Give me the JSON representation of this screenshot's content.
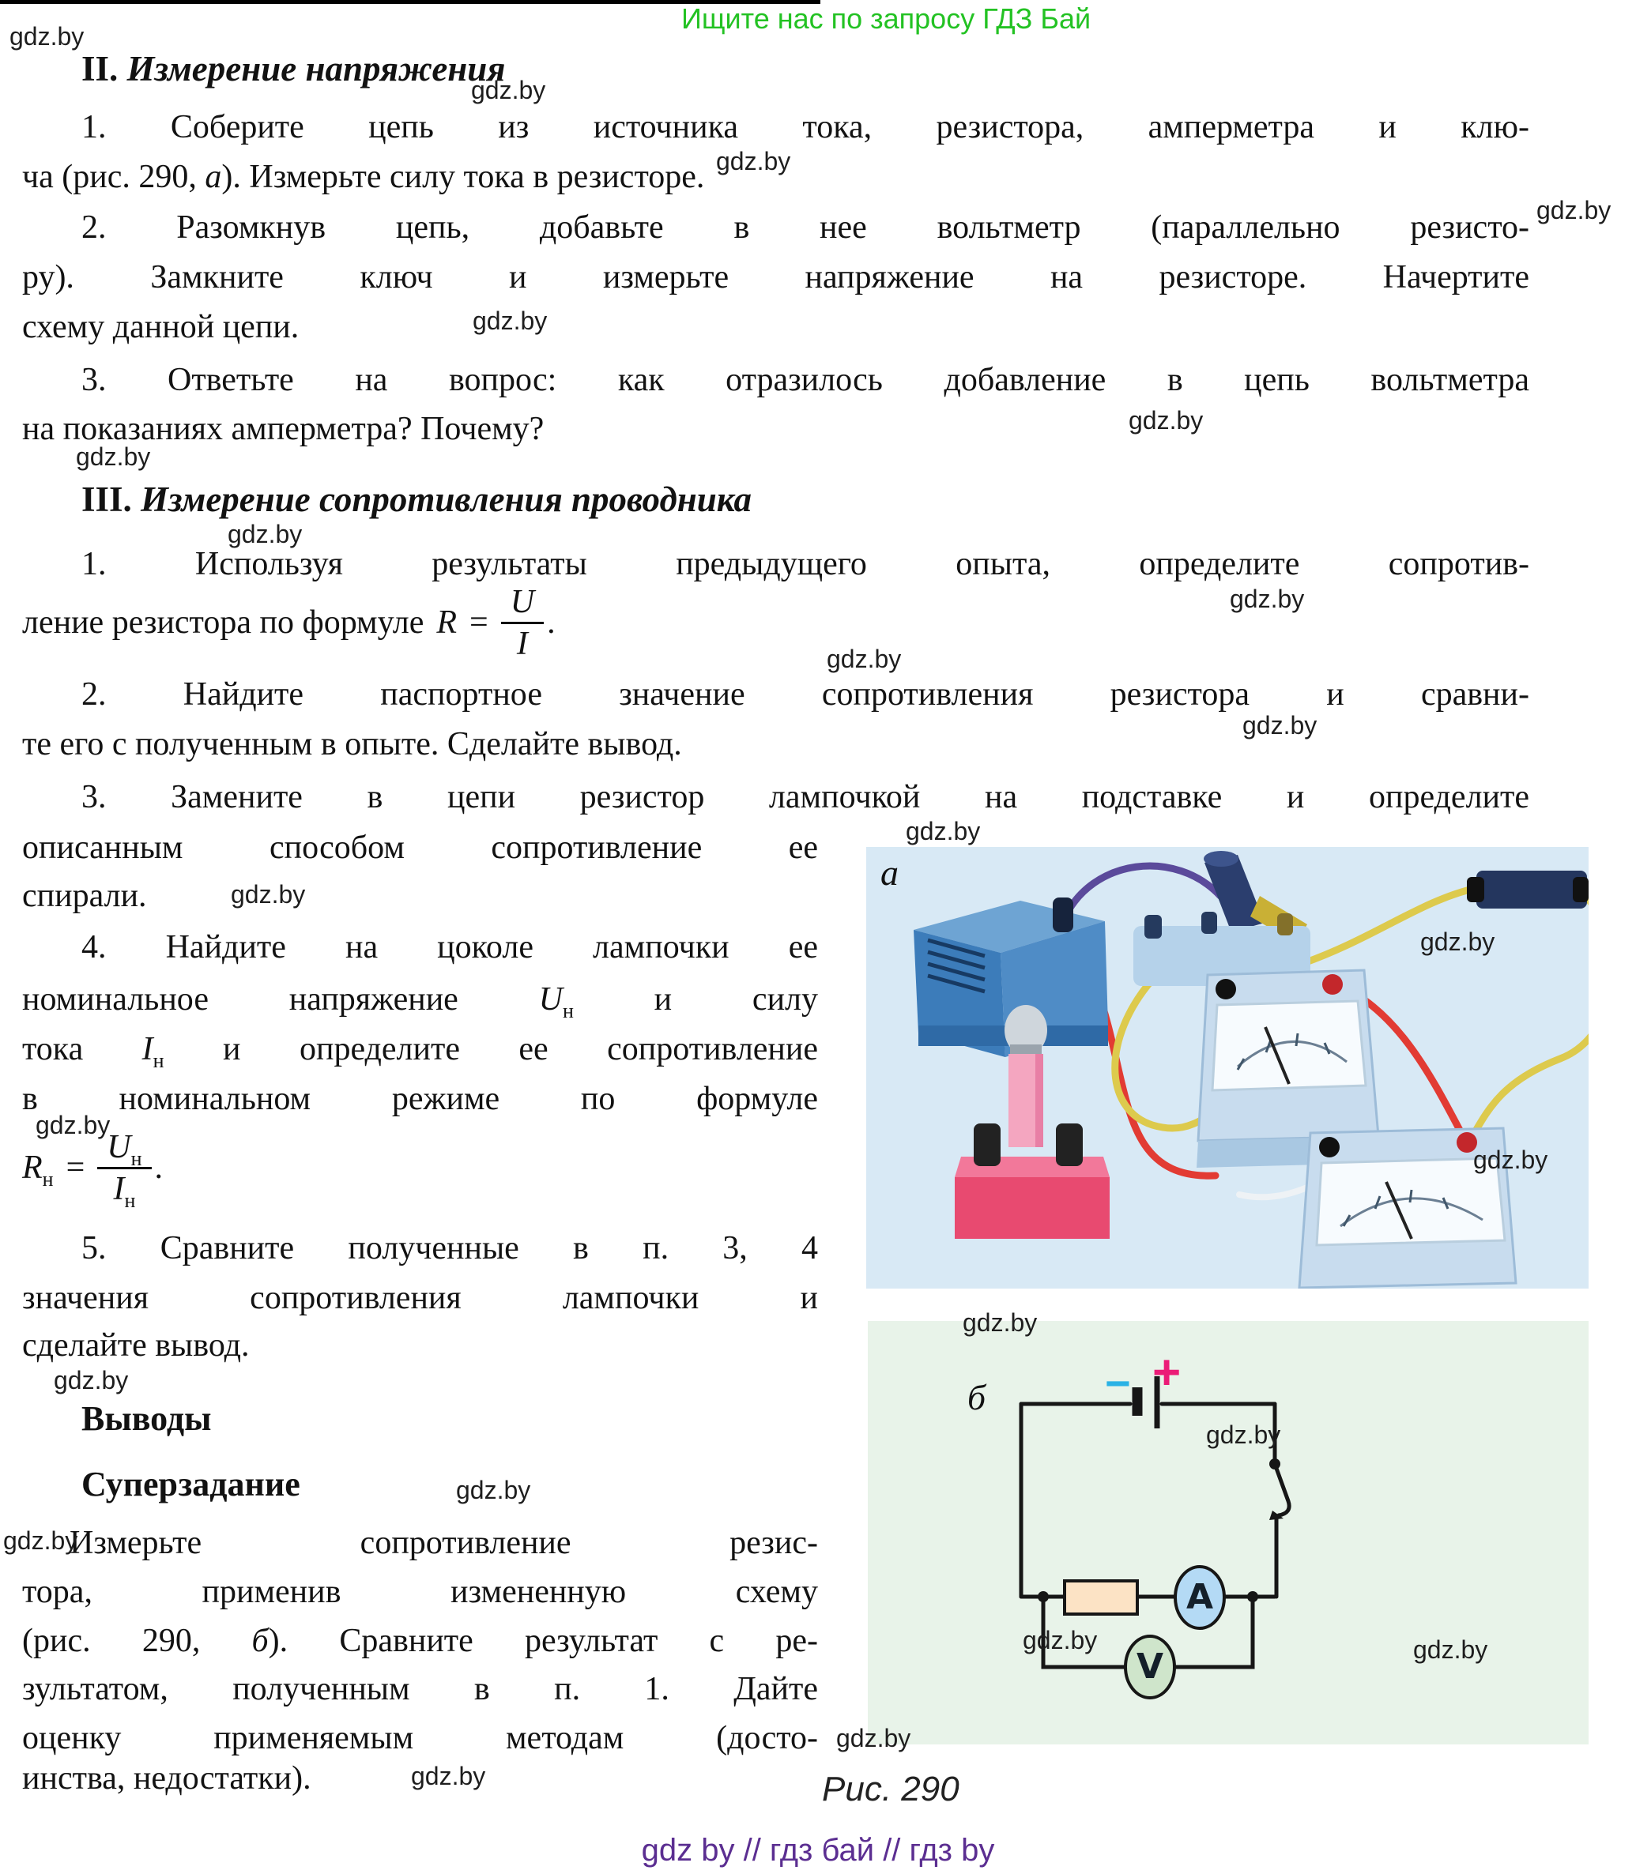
{
  "header": {
    "text": "Ищите нас по запросу ГДЗ Бай",
    "color": "#23c223"
  },
  "watermark": "gdz.by",
  "sec2": {
    "num": "II.",
    "title": "Измерение напряжения",
    "p1l1": "1. Соберите цепь из источника тока, резистора, амперметра и клю-",
    "p1l2a": "ча (рис. 290, ",
    "p1l2it": "а",
    "p1l2b": "). Измерьте силу тока в резисторе.",
    "p2l1": "2. Разомкнув цепь, добавьте в нее вольтметр (параллельно резисто-",
    "p2l2": "ру). Замкните ключ и измерьте напряжение на резисторе. Начертите",
    "p2l3": "схему данной цепи.",
    "p3l1": "3. Ответьте на вопрос: как отразилось добавление в цепь вольтметра",
    "p3l2": "на показаниях амперметра? Почему?"
  },
  "sec3": {
    "num": "III.",
    "title": "Измерение сопротивления проводника",
    "p1l1": "1. Используя результаты предыдущего опыта, определите сопротив-",
    "p1l2a": "ление резистора по формуле",
    "p1l2b": ".",
    "p2l1": "2. Найдите паспортное значение сопротивления резистора и сравни-",
    "p2l2": "те его с полученным в опыте. Сделайте вывод.",
    "p3l1": "3. Замените в цепи резистор лампочкой на подставке и определите",
    "p3l2": "описанным способом сопротивление ее",
    "p3l3": "спирали.",
    "p4l1": "4. Найдите на цоколе лампочки ее",
    "p4l2a": "номинальное напряжение",
    "p4l2u": "U",
    "p4l2sub": "н",
    "p4l2b": "и силу",
    "p4l3a": "тока",
    "p4l3i": "I",
    "p4l3sub": "н",
    "p4l3b": "и определите ее сопротивление",
    "p4l4": "в номинальном режиме по формуле",
    "p5l1": "5. Сравните полученные в п. 3, 4",
    "p5l2": "значения сопротивления лампочки и",
    "p5l3": "сделайте вывод."
  },
  "f1": {
    "lhs": "R",
    "eq": "=",
    "num": "U",
    "den": "I"
  },
  "f2": {
    "lhs": "R",
    "lhs_sub": "н",
    "eq": "=",
    "num": "U",
    "num_sub": "н",
    "den": "I",
    "den_sub": "н",
    "dot": "."
  },
  "headings": {
    "vyvody": "Выводы",
    "super": "Суперзадание"
  },
  "super": {
    "l1": "Измерьте сопротивление резис-",
    "l2": "тора, применив измененную схему",
    "l3a": "(рис. 290, ",
    "l3it": "б",
    "l3b": "). Сравните результат с ре-",
    "l4": "зультатом, полученным в п. 1. Дайте",
    "l5": "оценку применяемым методам (досто-",
    "l6": "инства, недостатки)."
  },
  "figure": {
    "label_a": "а",
    "label_b": "б",
    "caption": "Рис. 290",
    "minus": "−",
    "plus": "+",
    "ammeter": "A",
    "voltmeter": "V",
    "colors": {
      "photo_bg": "#d8e9f5",
      "panel_bg": "#e8f3e9",
      "minus": "#2ab2e5",
      "plus": "#eb1c77",
      "resistor_fill": "#fce3c5",
      "ammeter_fill": "#b4daf5",
      "voltmeter_fill": "#cfe5cb"
    }
  },
  "footer": {
    "text": "gdz by  //  гдз бай  //  гдз by",
    "color": "#5b2e91"
  }
}
